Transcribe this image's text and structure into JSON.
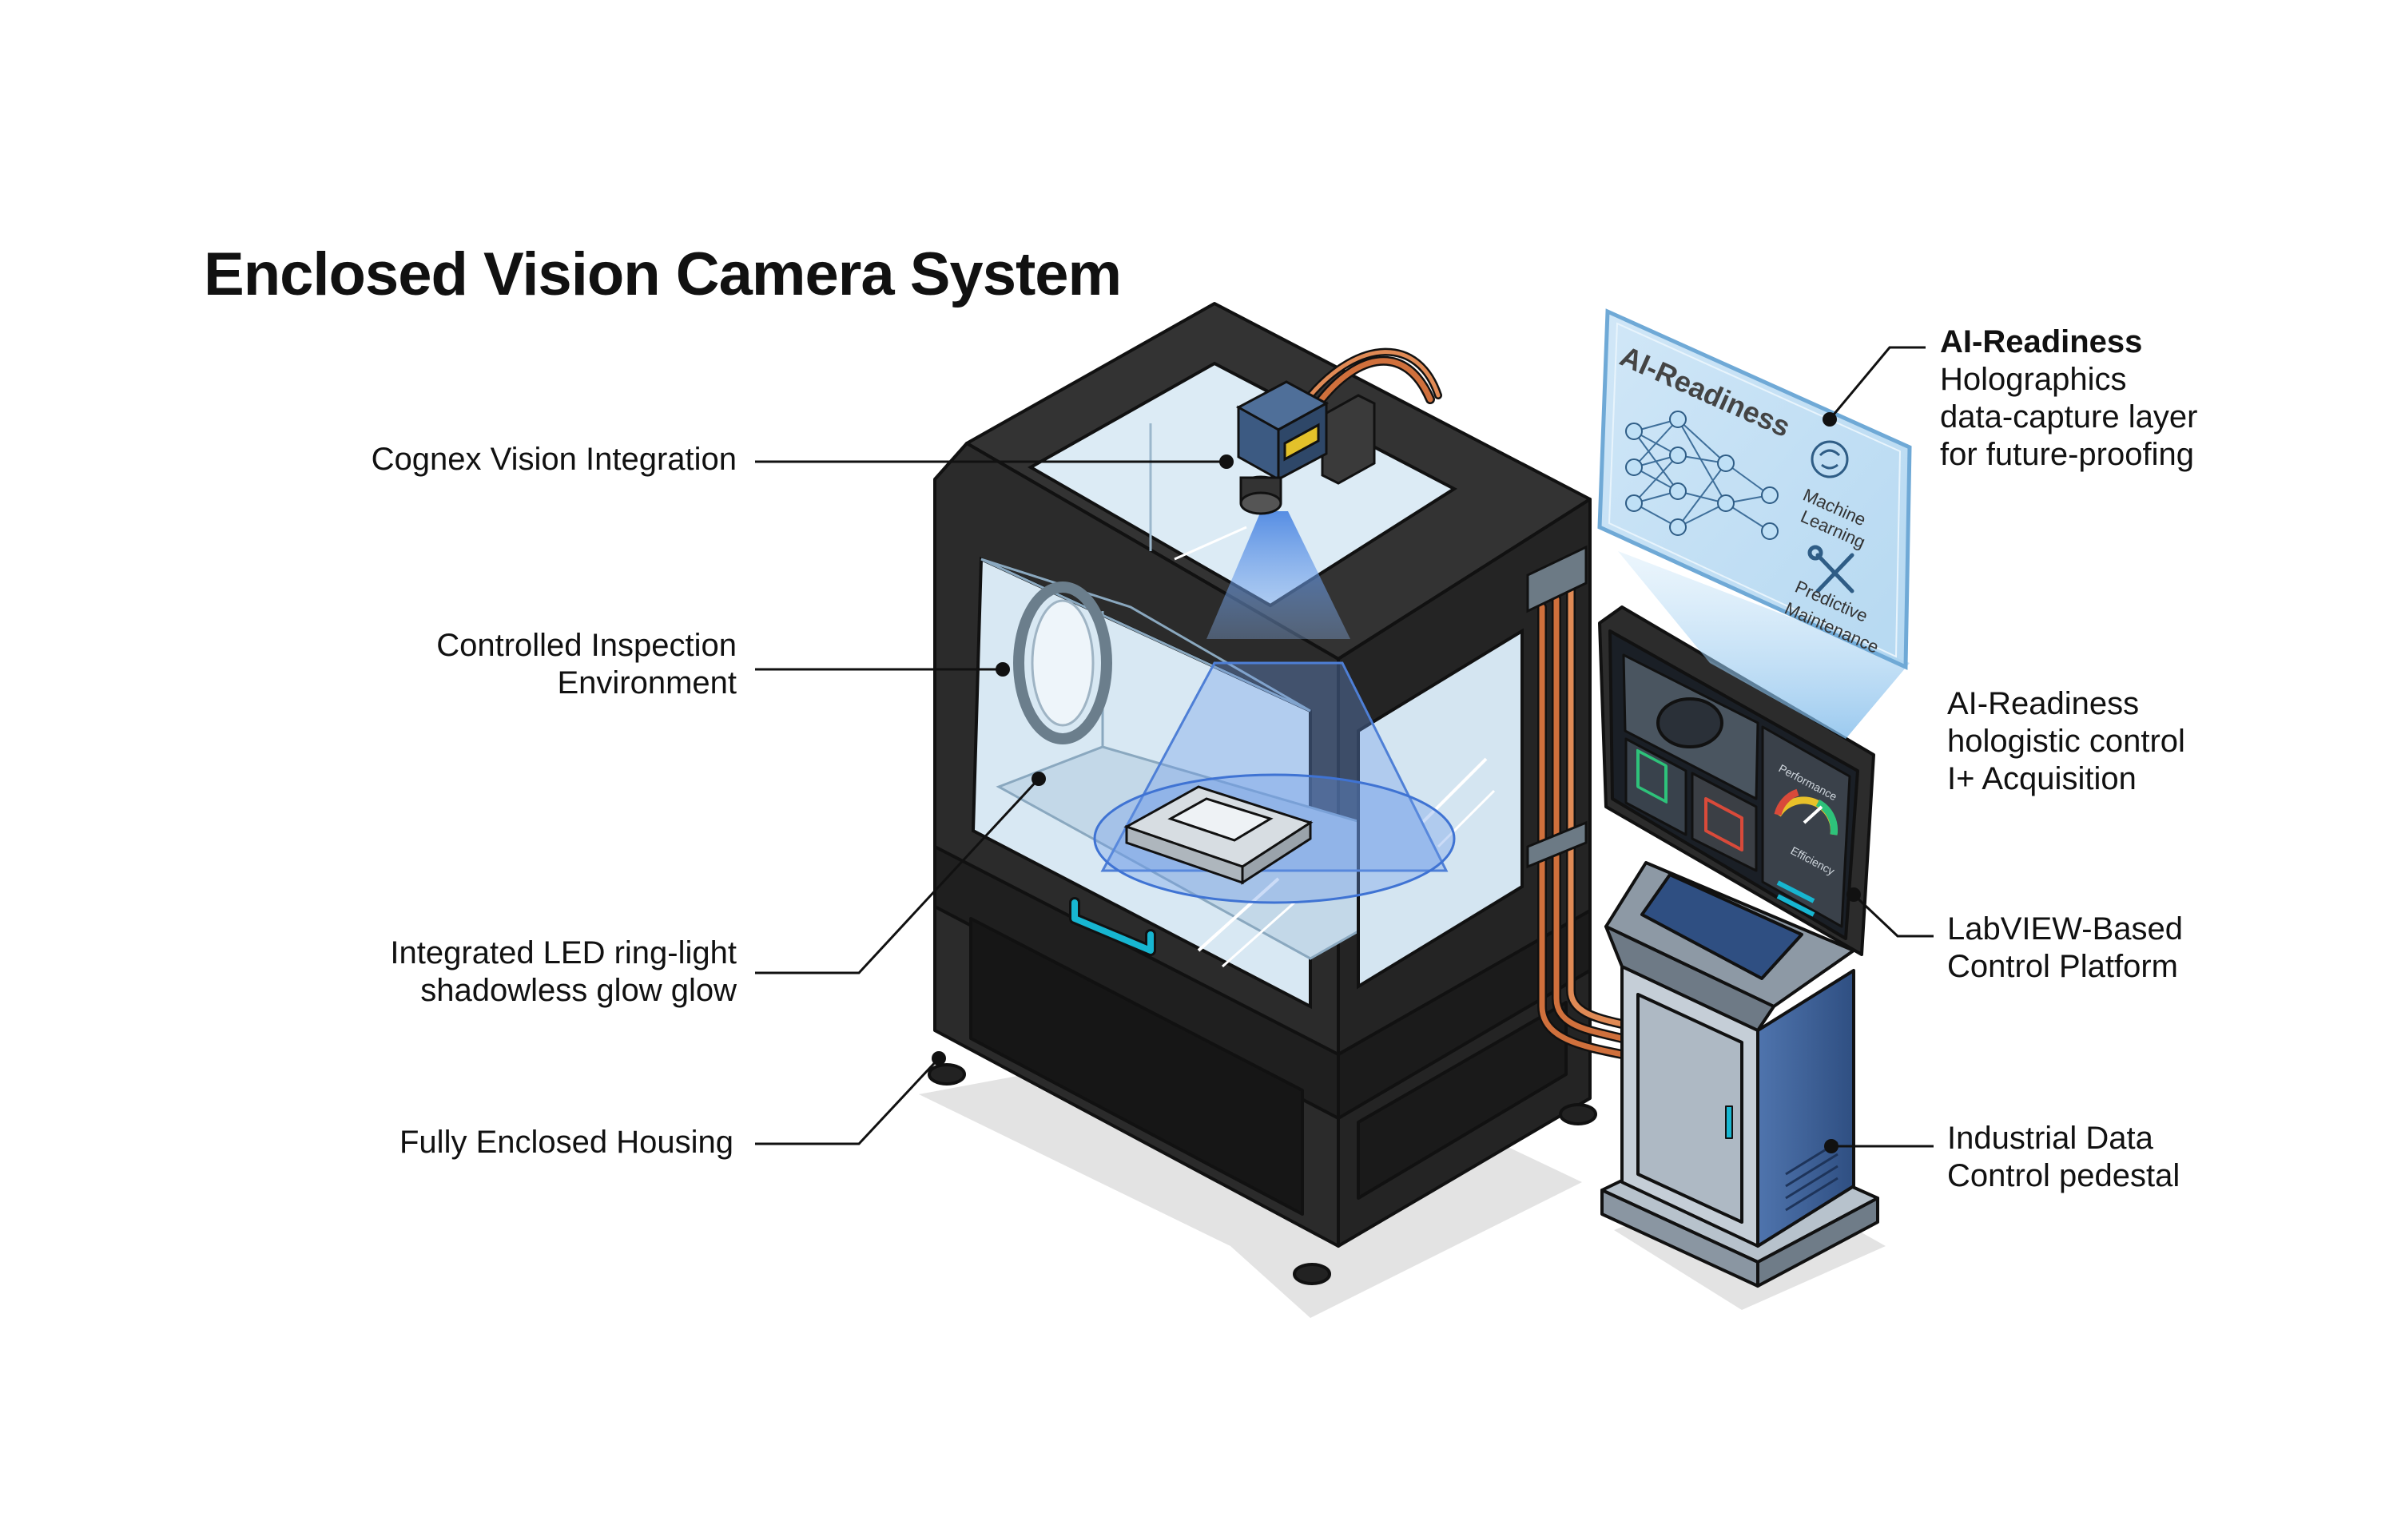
{
  "title": "Enclosed Vision Camera System",
  "callouts": {
    "cognex": [
      "Cognex Vision Integration"
    ],
    "inspection_env": [
      "Controlled Inspection",
      "Environment"
    ],
    "led_ring": [
      "Integrated LED ring-light",
      "shadowless  glow glow"
    ],
    "housing": [
      "Fully Enclosed Housing"
    ],
    "ai_readiness_title": "AI-Readiness",
    "ai_readiness_desc": [
      "Holographics",
      "data-capture layer",
      "for future-proofing"
    ],
    "ai_control": [
      "AI-Readiness",
      "hologistic control",
      "I+ Acquisition"
    ],
    "labview": [
      "LabVIEW-Based",
      "Control Platform"
    ],
    "pedestal": [
      "Industrial Data",
      "Control pedestal"
    ]
  },
  "hologram": {
    "header": "AI-Readiness",
    "item1": [
      "Machine",
      "Learning"
    ],
    "item2": [
      "Predictive",
      "Maintenance"
    ]
  },
  "monitor": {
    "gauge_top": "Performance",
    "gauge_bottom": "Efficiency"
  },
  "colors": {
    "enclosure": "#2b2b2b",
    "glass": "#dcebf5",
    "beam": "#5b8ee6",
    "cable": "#d0703c",
    "pedestal": "#3e5f94",
    "hologram": "#bcdcf2",
    "accent": "#17b6d1"
  }
}
